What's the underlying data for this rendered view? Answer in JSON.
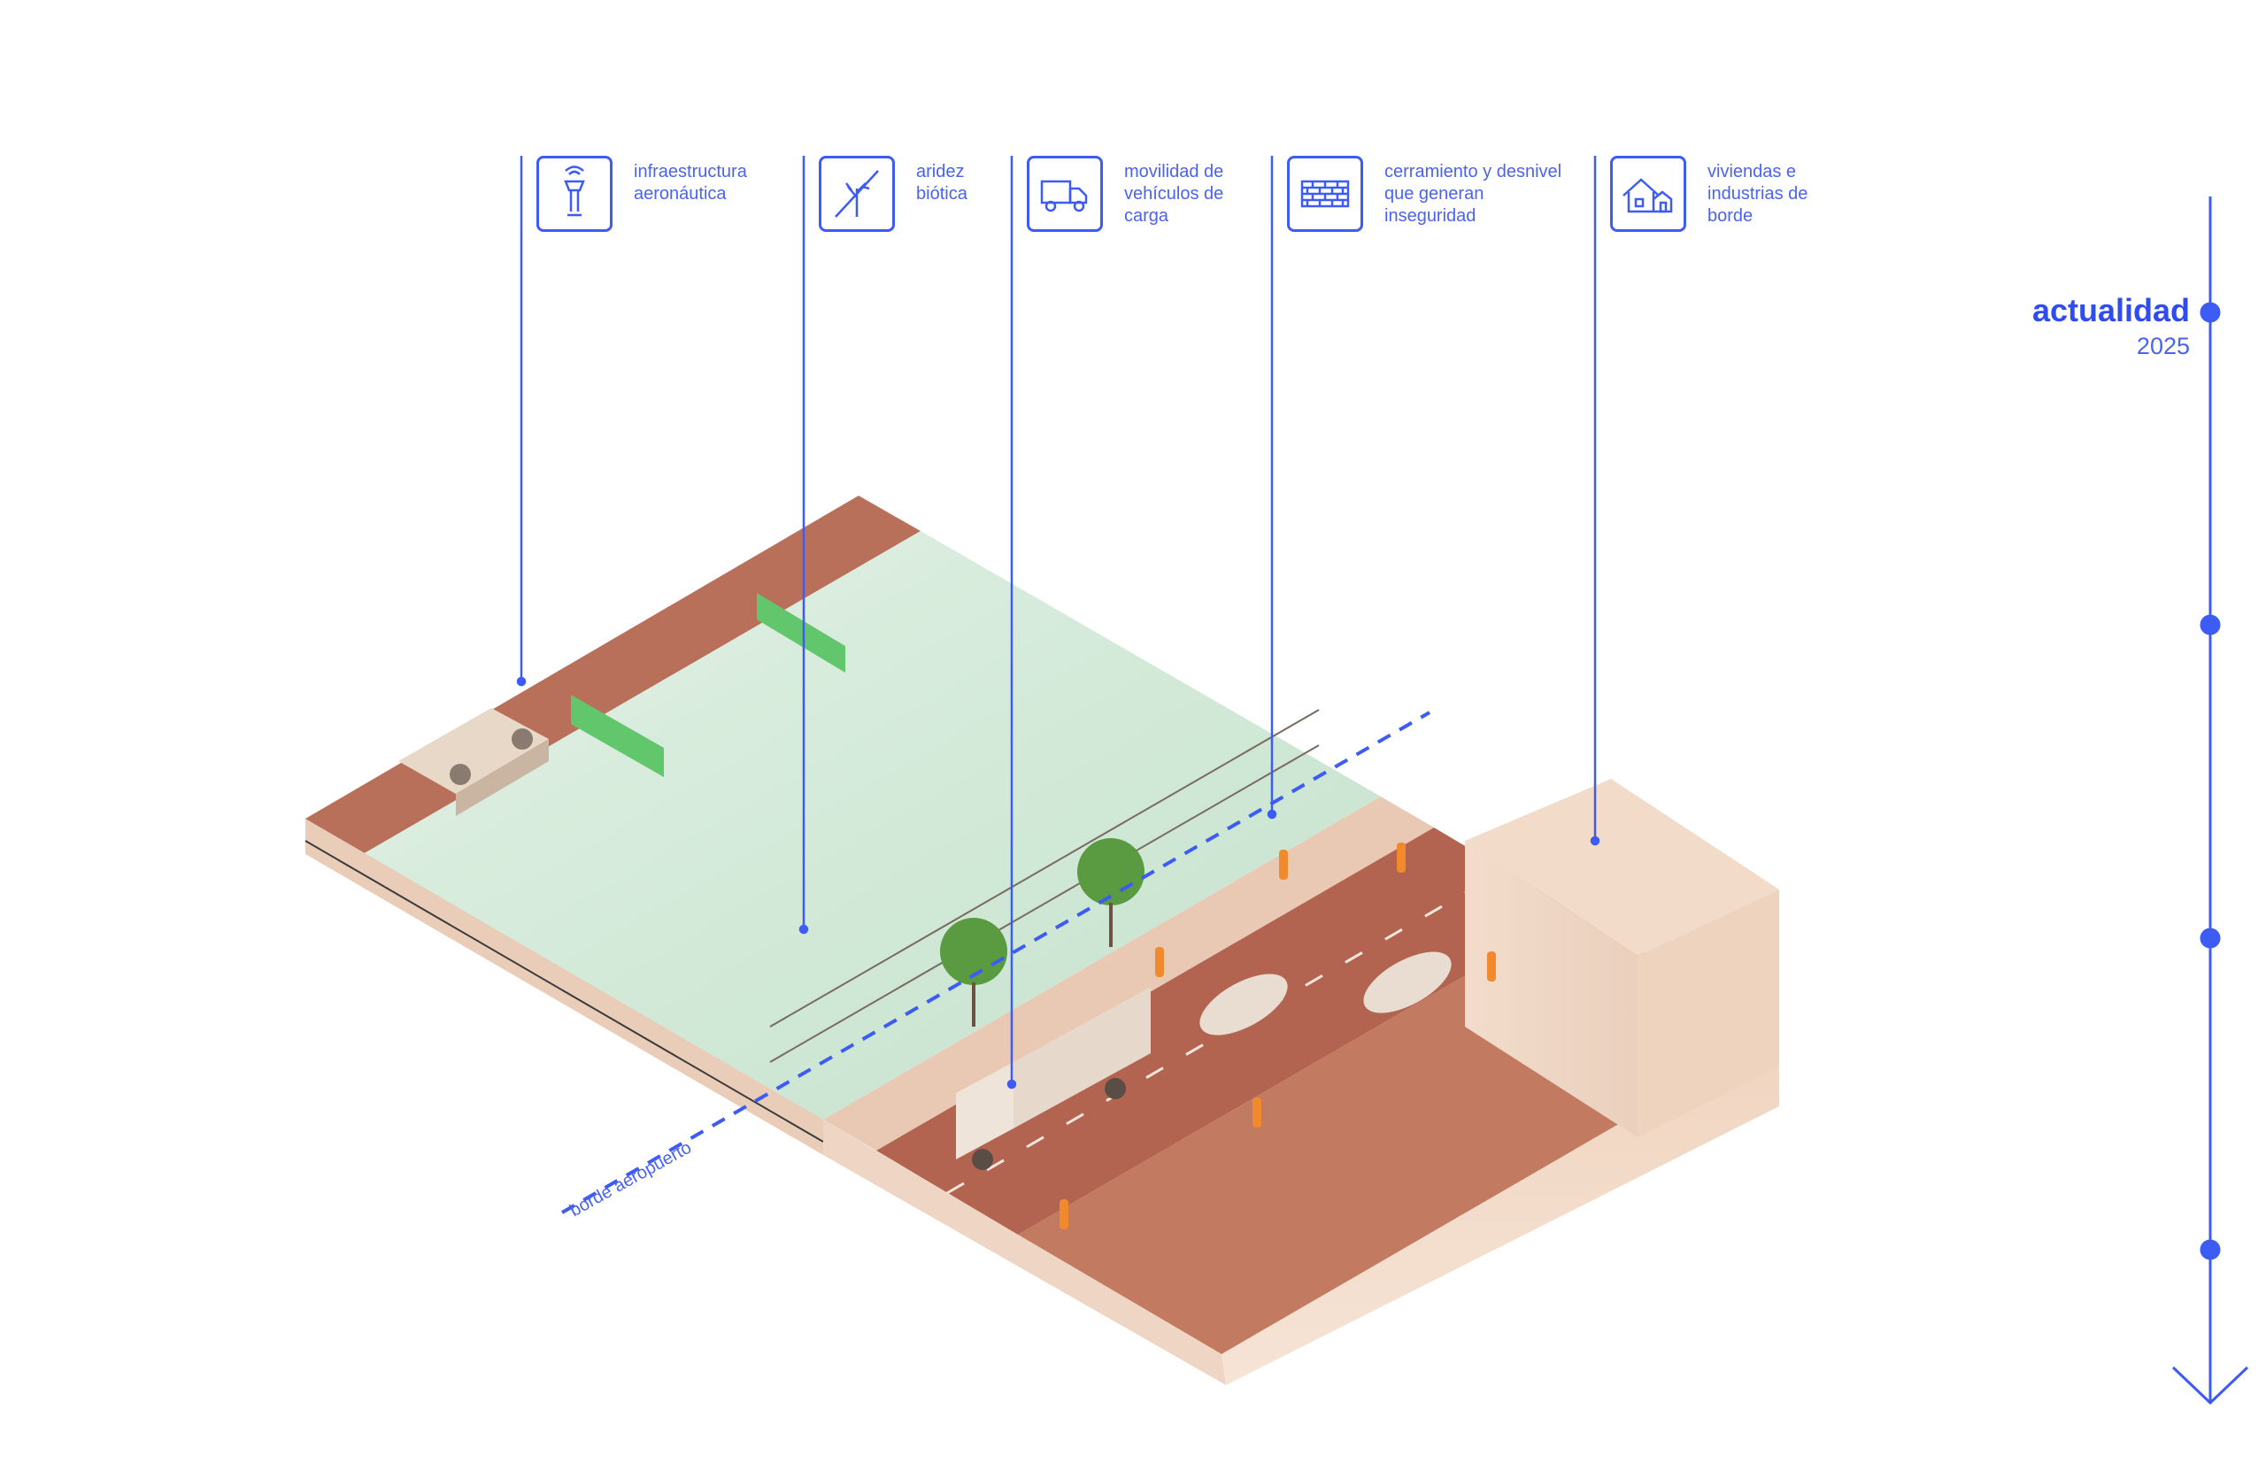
{
  "legend": [
    {
      "id": "infraestructura",
      "icon": "control-tower-icon",
      "text": "infraestructura\naeronáutica"
    },
    {
      "id": "aridez",
      "icon": "dead-tree-icon",
      "text": "aridez\nbiótica"
    },
    {
      "id": "movilidad",
      "icon": "truck-icon",
      "text": "movilidad de\nvehículos de\ncarga"
    },
    {
      "id": "cerramiento",
      "icon": "brick-wall-icon",
      "text": "cerramiento y desnivel\nque generan\ninseguridad"
    },
    {
      "id": "viviendas",
      "icon": "houses-icon",
      "text": "viviendas    e\nindustrias de\nborde"
    }
  ],
  "timeline": {
    "title": "actualidad",
    "year": "2025"
  },
  "diagram": {
    "edge_label": "borde aeropuerto"
  },
  "colors": {
    "accent": "#3d5bf5",
    "grass": "#cfe8d6",
    "soil": "#b46a4f",
    "earth_side": "#e6c6b0",
    "sign": "#5cc267",
    "workers": "#f08a2c"
  }
}
